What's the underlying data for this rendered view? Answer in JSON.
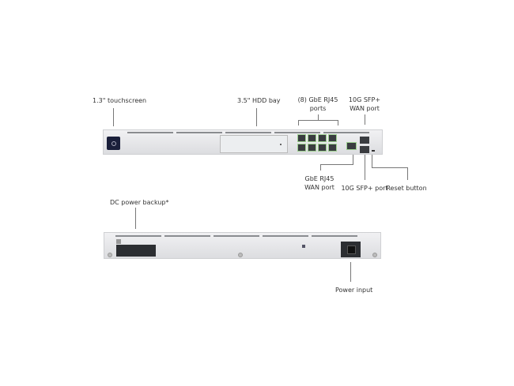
{
  "front_labels": {
    "touchscreen": "1.3\" touchscreen",
    "hdd_bay": "3.5\" HDD bay",
    "rj45_ports_l1": "(8) GbE RJ45",
    "rj45_ports_l2": "ports",
    "sfp_wan_l1": "10G SFP+",
    "sfp_wan_l2": "WAN port",
    "rj45_wan_l1": "GbE RJ45",
    "rj45_wan_l2": "WAN port",
    "sfp_port": "10G SFP+ port",
    "reset": "Reset button"
  },
  "back_labels": {
    "dc_backup": "DC power backup*",
    "power_input": "Power input"
  }
}
